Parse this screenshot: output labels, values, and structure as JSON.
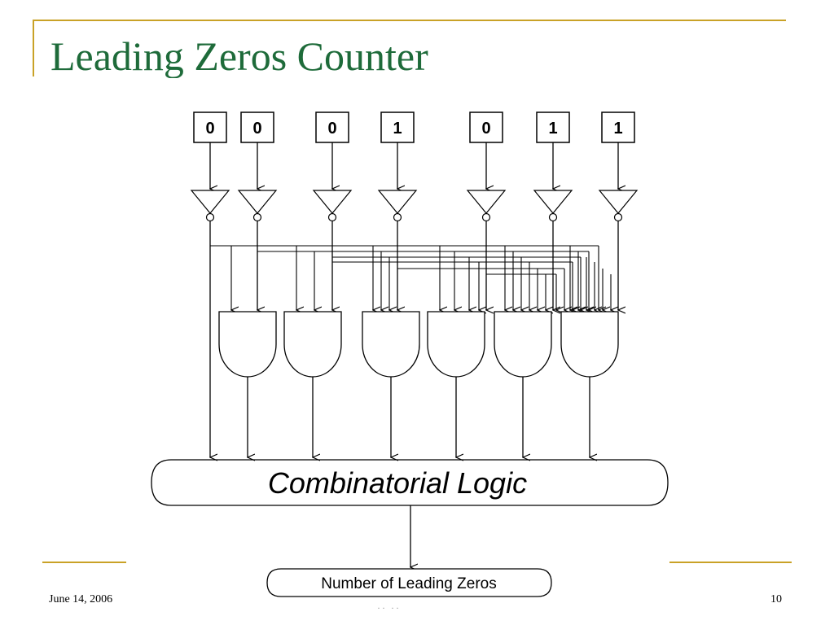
{
  "slide": {
    "title": "Leading Zeros Counter",
    "date": "June 14, 2006",
    "page_number": "10",
    "footer_center": "—— ·· ·· ——"
  },
  "diagram": {
    "input_bits": [
      "0",
      "0",
      "0",
      "1",
      "0",
      "1",
      "1"
    ],
    "combinatorial_label": "Combinatorial Logic",
    "result_label": "Number of Leading Zeros",
    "colors": {
      "line": "#000000",
      "accent": "#c9a227",
      "title": "#1e6b3a"
    }
  }
}
